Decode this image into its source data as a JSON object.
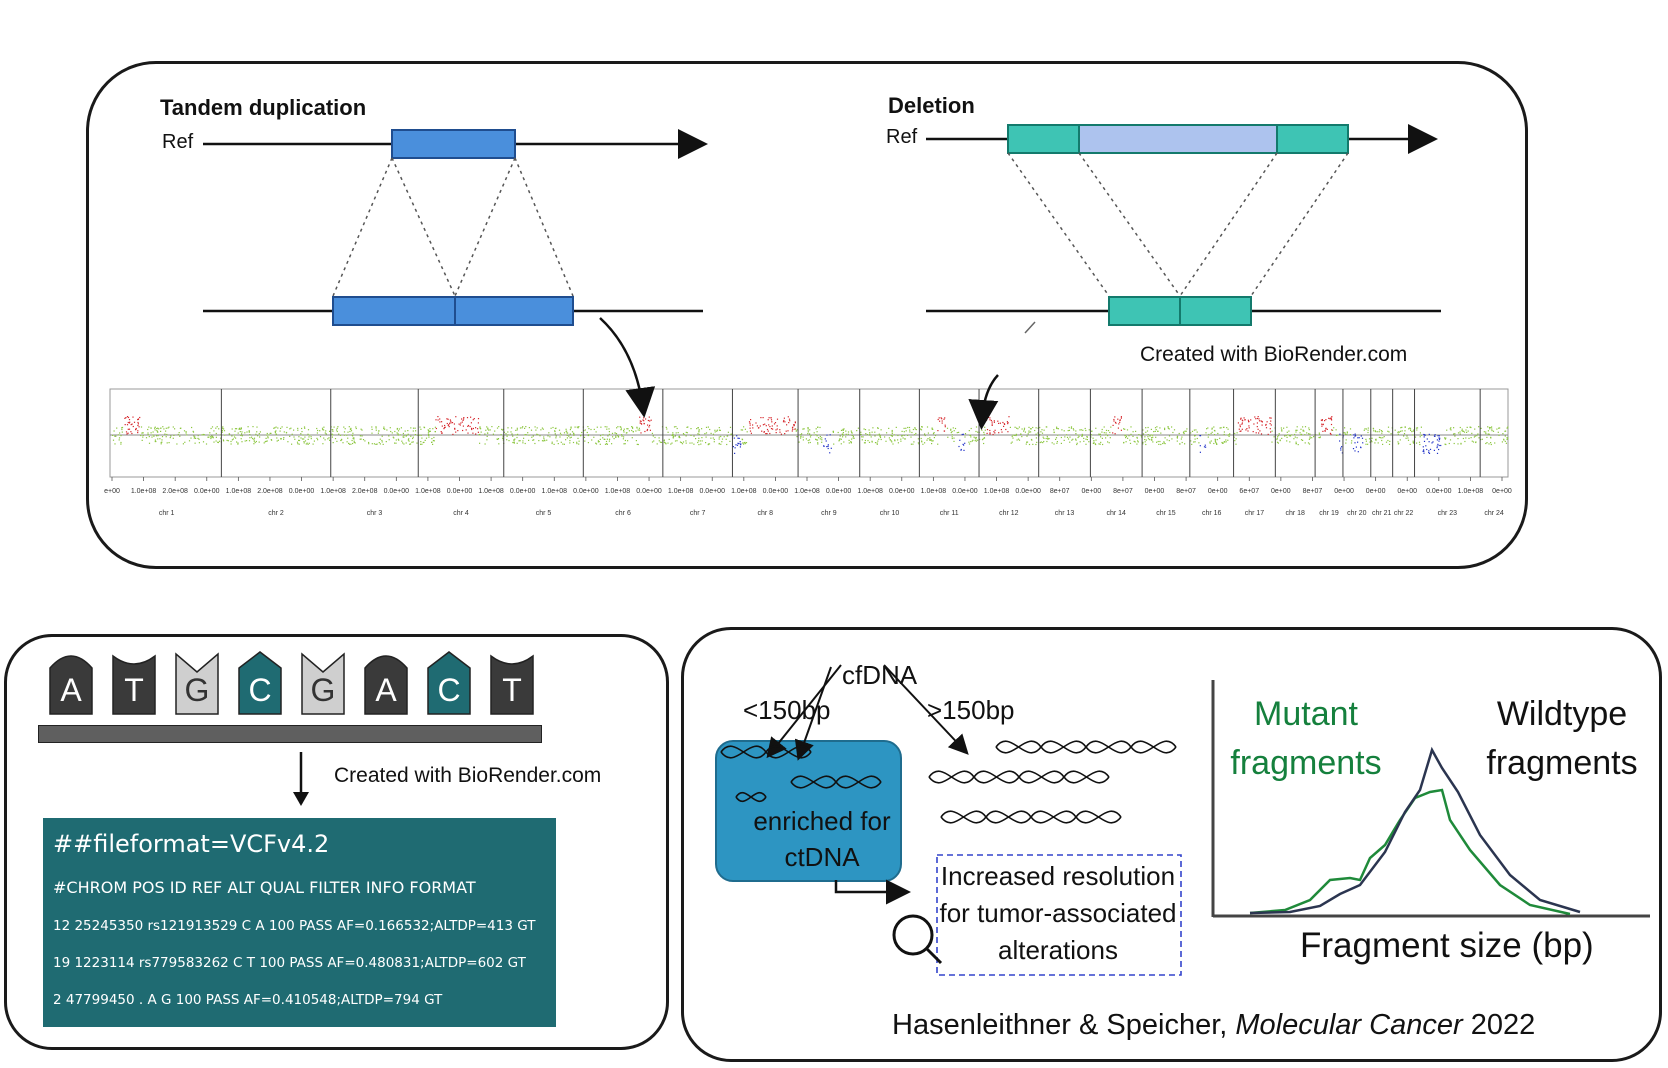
{
  "top_panel": {
    "tandem": {
      "title": "Tandem duplication",
      "ref_label": "Ref"
    },
    "deletion": {
      "title": "Deletion",
      "ref_label": "Ref"
    },
    "credit": "Created with BioRender.com",
    "cnv_plot": {
      "chromosomes": [
        "chr 1",
        "chr 2",
        "chr 3",
        "chr 4",
        "chr 5",
        "chr 6",
        "chr 7",
        "chr 8",
        "chr 9",
        "chr 10",
        "chr 11",
        "chr 12",
        "chr 13",
        "chr 14",
        "chr 15",
        "chr 16",
        "chr 17",
        "chr 18",
        "chr 19",
        "chr 20",
        "chr 21",
        "chr 22",
        "chr 23",
        "chr 24"
      ],
      "tick_labels": [
        "e+00",
        "1.0e+08",
        "2.0e+08",
        "0.0e+00",
        "1.0e+08",
        "2.0e+08",
        "0.0e+00",
        "1.0e+08",
        "2.0e+08",
        "0.0e+00",
        "1.0e+08",
        "0.0e+00",
        "1.0e+08",
        "0.0e+00",
        "1.0e+08",
        "0.0e+00",
        "1.0e+08",
        "0.0e+00",
        "1.0e+08",
        "0.0e+00",
        "1.0e+08",
        "0.0e+00",
        "1.0e+08",
        "0.0e+00",
        "1.0e+08",
        "0.0e+00",
        "1.0e+08",
        "0.0e+00",
        "1.0e+08",
        "0.0e+00",
        "8e+07",
        "0e+00",
        "8e+07",
        "0e+00",
        "8e+07",
        "0e+00",
        "6e+07",
        "0e+00",
        "8e+07",
        "0e+00",
        "0e+00",
        "0e+00",
        "0.0e+00",
        "1.0e+08",
        "0e+00"
      ],
      "colors": {
        "neutral": "#8cc63f",
        "gain": "#d6262b",
        "loss": "#2233c8"
      }
    }
  },
  "vcf_panel": {
    "bases": [
      "A",
      "T",
      "G",
      "C",
      "G",
      "A",
      "C",
      "T"
    ],
    "credit": "Created with BioRender.com",
    "lines": [
      "##fileformat=VCFv4.2",
      "#CHROM  POS  ID  REF  ALT  QUAL  FILTER  INFO  FORMAT",
      "12  25245350  rs121913529 C A 100 PASS AF=0.166532;ALTDP=413 GT",
      "19 1223114 rs779583262 C T 100 PASS AF=0.480831;ALTDP=602 GT",
      "2 47799450 . A G 100 PASS AF=0.410548;ALTDP=794 GT"
    ]
  },
  "cfdna_panel": {
    "cfdna": "cfDNA",
    "short_label": "<150bp",
    "long_label": ">150bp",
    "enriched": "enriched for ctDNA",
    "resolution": "Increased resolution for tumor-associated alterations",
    "mutant": "Mutant fragments",
    "wildtype": "Wildtype fragments",
    "xlabel": "Fragment size (bp)",
    "citation_authors": "Hasenleithner & Speicher, ",
    "citation_journal": "Molecular Cancer",
    "citation_year": " 2022",
    "colors": {
      "mutant": "#1f8a3a",
      "wildtype": "#2b3550"
    }
  }
}
